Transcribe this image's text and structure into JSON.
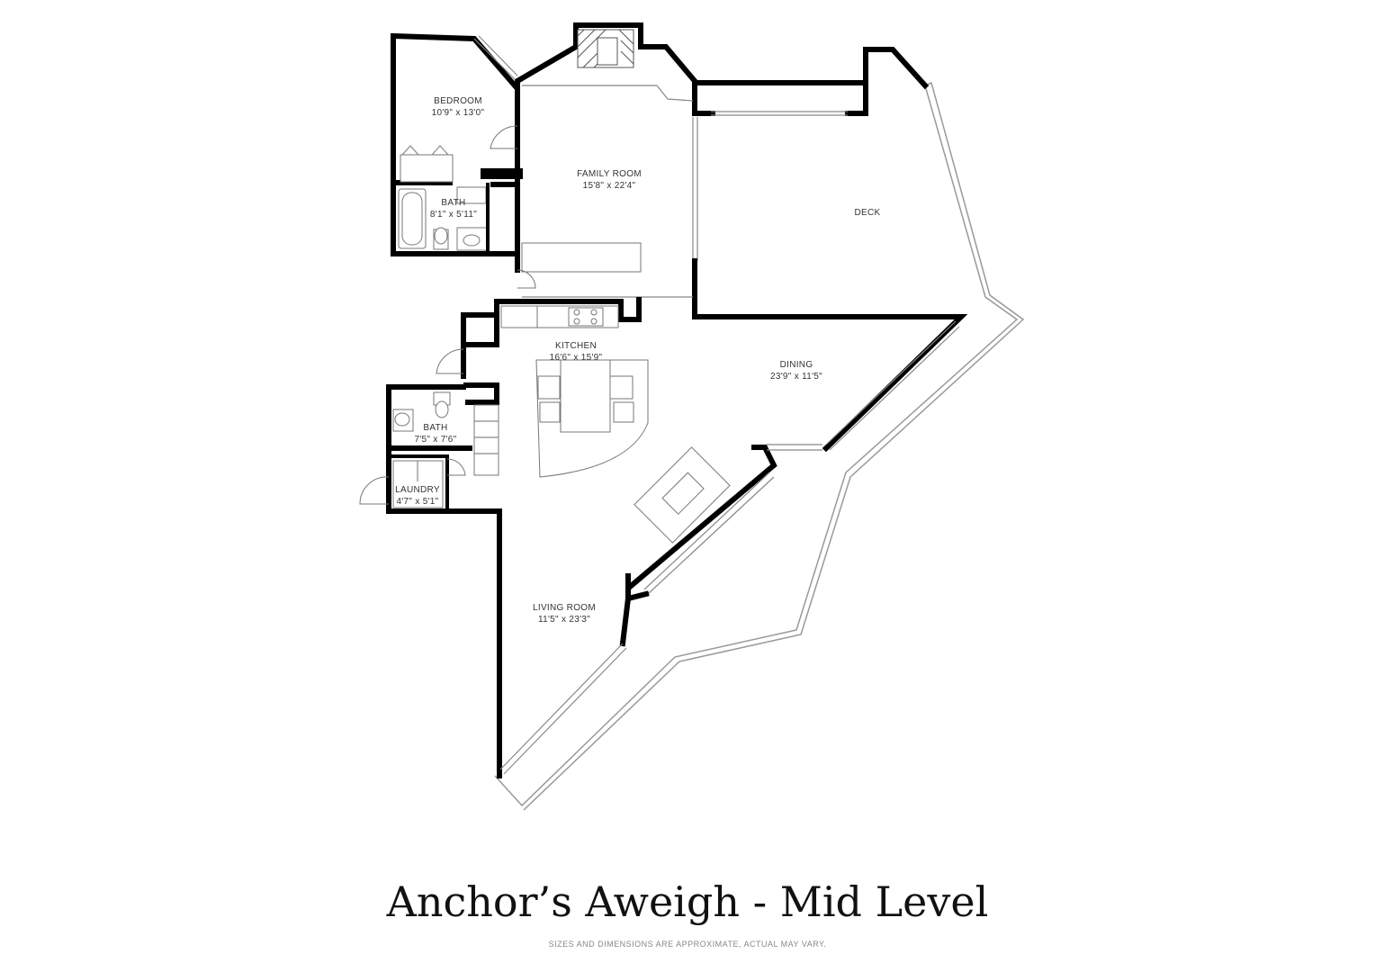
{
  "rooms": {
    "bedroom": {
      "name": "BEDROOM",
      "size": "10'9\" x 13'0\""
    },
    "bath_upper": {
      "name": "BATH",
      "size": "8'1\" x 5'11\""
    },
    "family_room": {
      "name": "FAMILY ROOM",
      "size": "15'8\" x 22'4\""
    },
    "deck": {
      "name": "DECK"
    },
    "kitchen": {
      "name": "KITCHEN",
      "size": "16'6\" x 15'9\""
    },
    "dining": {
      "name": "DINING",
      "size": "23'9\" x 11'5\""
    },
    "bath_lower": {
      "name": "BATH",
      "size": "7'5\" x 7'6\""
    },
    "laundry": {
      "name": "LAUNDRY",
      "size": "4'7\" x 5'1\""
    },
    "living_room": {
      "name": "LIVING ROOM",
      "size": "11'5\" x 23'3\""
    }
  },
  "title": "Anchor’s Aweigh - Mid Level",
  "disclaimer": "SIZES AND DIMENSIONS ARE APPROXIMATE, ACTUAL MAY VARY."
}
